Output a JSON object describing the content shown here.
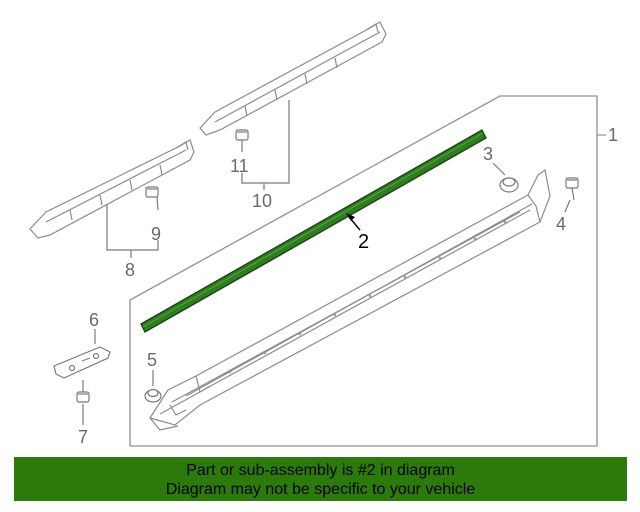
{
  "callouts": {
    "c1": "1",
    "c2": "2",
    "c3": "3",
    "c4": "4",
    "c5": "5",
    "c6": "6",
    "c7": "7",
    "c8": "8",
    "c9": "9",
    "c10": "10",
    "c11": "11"
  },
  "banner": {
    "line1": "Part or sub-assembly is #2 in diagram",
    "line2": "Diagram may not be specific to your vehicle"
  },
  "colors": {
    "highlight_part": "#2e7d1e",
    "banner_bg": "#2b7a0b",
    "line_art": "#8c8c8c"
  }
}
